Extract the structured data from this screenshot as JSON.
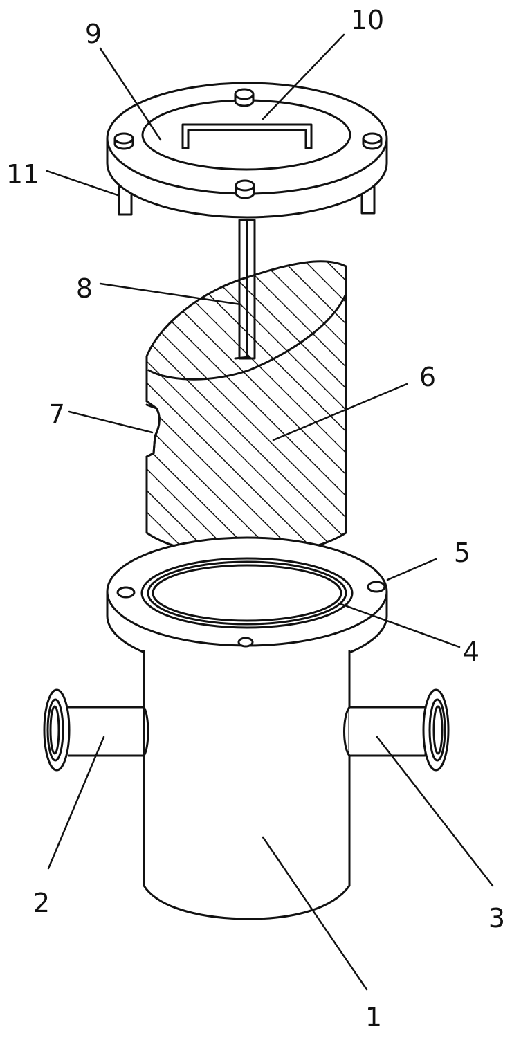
{
  "figure": {
    "labels": {
      "l1": "1",
      "l2": "2",
      "l3": "3",
      "l4": "4",
      "l5": "5",
      "l6": "6",
      "l7": "7",
      "l8": "8",
      "l9": "9",
      "l10": "10",
      "l11": "11"
    },
    "colors": {
      "line": "#111111",
      "background": "#ffffff"
    }
  }
}
